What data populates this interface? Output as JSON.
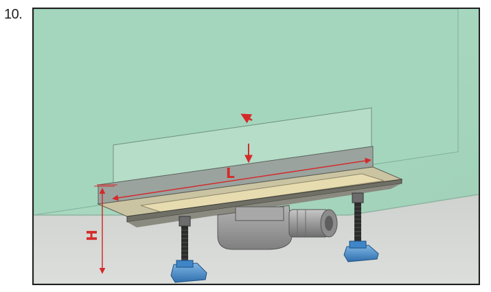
{
  "step": {
    "number": "10."
  },
  "dimensions": {
    "length_label": "L",
    "height_label": "H"
  },
  "colors": {
    "wall": "#a8d8c0",
    "floor": "#d4d6d4",
    "dimension": "#d42a2a",
    "foot": "#3f86c8",
    "drain_body": "#9a9a9a"
  }
}
